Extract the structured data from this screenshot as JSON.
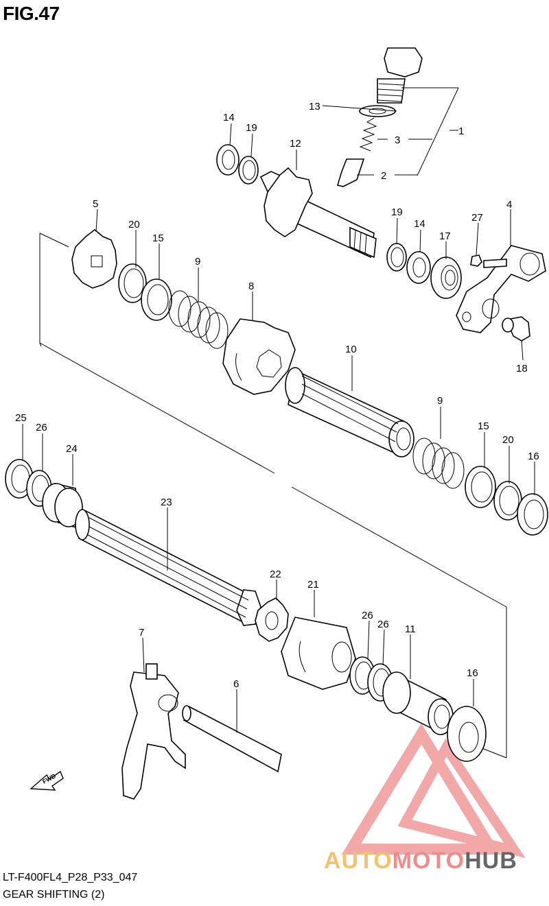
{
  "figure": {
    "title": "FIG.47",
    "code": "LT-F400FL4_P28_P33_047",
    "subtitle": "GEAR SHIFTING (2)"
  },
  "callouts": {
    "c1": "1",
    "c2": "2",
    "c3": "3",
    "c4": "4",
    "c5": "5",
    "c6": "6",
    "c7": "7",
    "c8": "8",
    "c9a": "9",
    "c9b": "9",
    "c10": "10",
    "c11": "11",
    "c12": "12",
    "c13": "13",
    "c14a": "14",
    "c14b": "14",
    "c15a": "15",
    "c15b": "15",
    "c16a": "16",
    "c16b": "16",
    "c17": "17",
    "c18": "18",
    "c19a": "19",
    "c19b": "19",
    "c20a": "20",
    "c20b": "20",
    "c21": "21",
    "c22": "22",
    "c23": "23",
    "c24": "24",
    "c25": "25",
    "c26a": "26",
    "c26b": "26",
    "c26c": "26",
    "c27": "27"
  },
  "fwd_label": "FWD",
  "watermark": {
    "auto": "AUTO",
    "moto": "MOTO",
    "hub": "HUB"
  },
  "colors": {
    "watermark_red": "#f08c8c",
    "watermark_yellow": "#f5c16a",
    "watermark_gray": "#666666"
  }
}
